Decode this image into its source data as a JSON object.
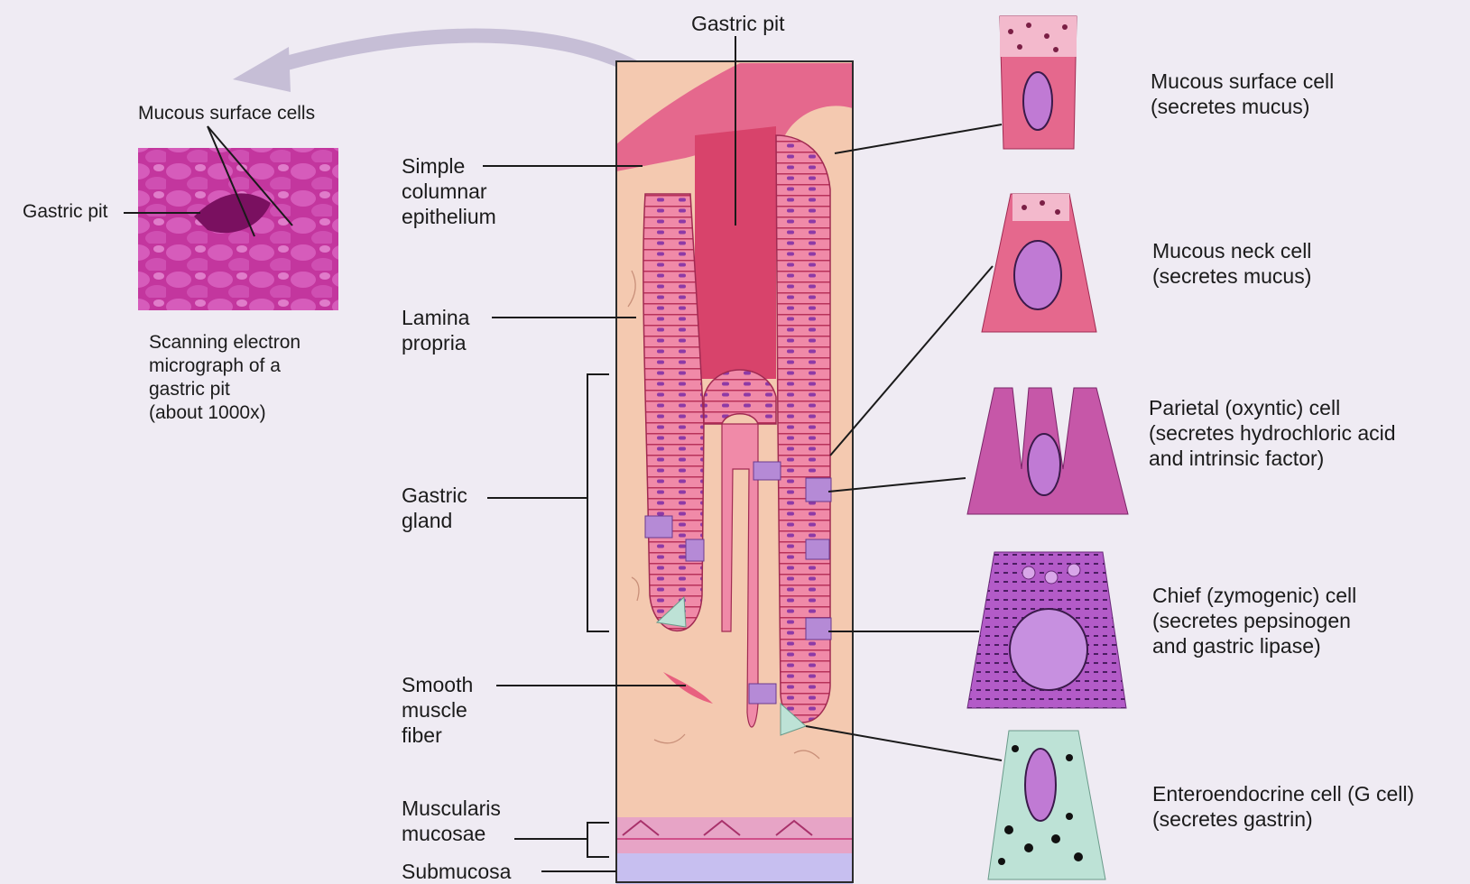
{
  "micrograph": {
    "label_cells": "Mucous surface cells",
    "label_pit": "Gastric pit",
    "caption": [
      "Scanning electron",
      "micrograph of a",
      "gastric pit",
      "(about 1000x)"
    ]
  },
  "main": {
    "gastric_pit": "Gastric pit",
    "epithelium": [
      "Simple",
      "columnar",
      "epithelium"
    ],
    "lamina": [
      "Lamina",
      "propria"
    ],
    "gland": [
      "Gastric",
      "gland"
    ],
    "smooth_muscle": [
      "Smooth",
      "muscle",
      "fiber"
    ],
    "muscularis": [
      "Muscularis",
      "mucosae"
    ],
    "submucosa": "Submucosa"
  },
  "cells": [
    {
      "name": "Mucous surface cell",
      "detail": [
        "(secretes mucus)"
      ]
    },
    {
      "name": "Mucous neck cell",
      "detail": [
        "(secretes mucus)"
      ]
    },
    {
      "name": "Parietal (oxyntic) cell",
      "detail": [
        "(secretes hydrochloric acid",
        "and intrinsic factor)"
      ]
    },
    {
      "name": "Chief (zymogenic) cell",
      "detail": [
        "(secretes pepsinogen",
        "and gastric lipase)"
      ]
    },
    {
      "name": "Enteroendocrine cell (G cell)",
      "detail": [
        "(secretes gastrin)"
      ]
    }
  ],
  "colors": {
    "background": "#efebf3",
    "lamina": "#f4c9b0",
    "epithelium": "#e5688d",
    "lumen": "#d8436b",
    "parietal": "#b58ad6",
    "chief": "#b35bc8",
    "enteroendocrine": "#bde2d6",
    "submucosa": "#c7bff0",
    "micrograph": "#c3369e"
  }
}
